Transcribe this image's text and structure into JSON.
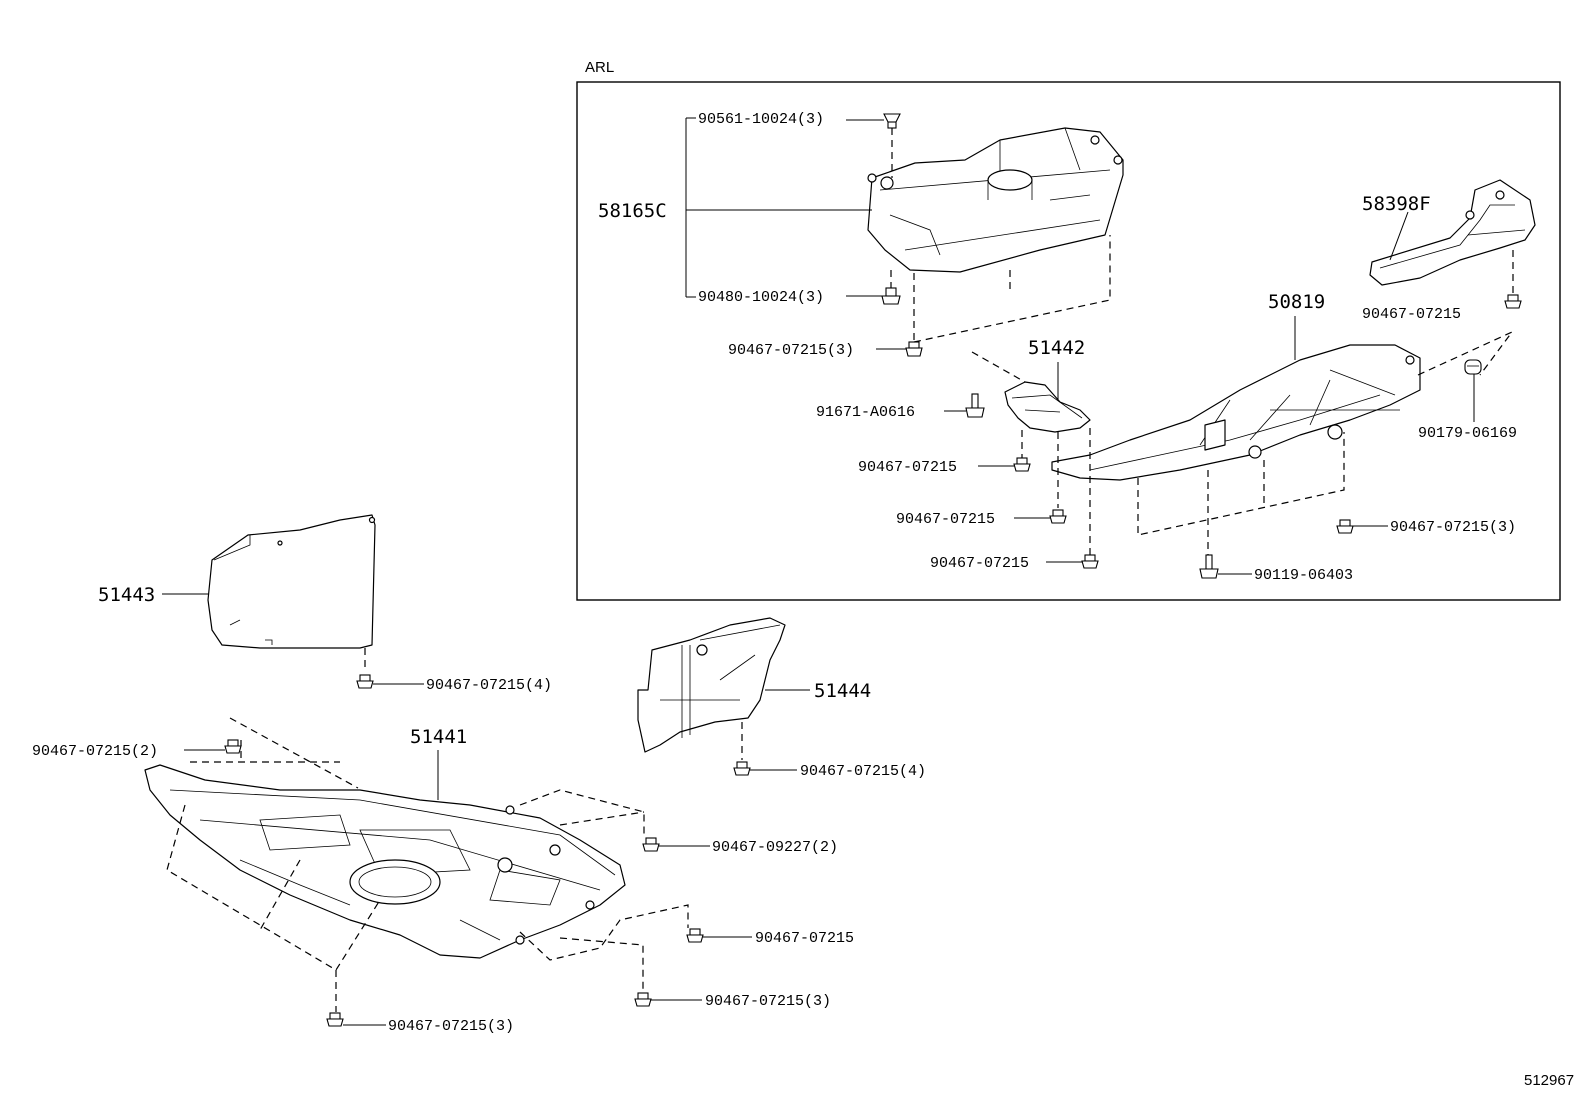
{
  "inset": {
    "label": "ARL"
  },
  "labels": {
    "l_90561_10024": "90561-10024(3)",
    "l_58165c": "58165C",
    "l_90480_10024": "90480-10024(3)",
    "l_90467_07215_3_a": "90467-07215(3)",
    "l_58398f": "58398F",
    "l_90467_07215_a": "90467-07215",
    "l_50819": "50819",
    "l_51442": "51442",
    "l_91671_a0616": "91671-A0616",
    "l_90179_06169": "90179-06169",
    "l_90467_07215_b": "90467-07215",
    "l_90467_07215_c": "90467-07215",
    "l_90467_07215_3_b": "90467-07215(3)",
    "l_90467_07215_d": "90467-07215",
    "l_90119_06403": "90119-06403",
    "l_51443": "51443",
    "l_90467_07215_4_a": "90467-07215(4)",
    "l_51444": "51444",
    "l_90467_07215_4_b": "90467-07215(4)",
    "l_90467_07215_2": "90467-07215(2)",
    "l_51441": "51441",
    "l_90467_09227_2": "90467-09227(2)",
    "l_90467_07215_e": "90467-07215",
    "l_90467_07215_3_c": "90467-07215(3)",
    "l_90467_07215_3_d": "90467-07215(3)"
  },
  "footer": {
    "illustration_number": "512967"
  }
}
